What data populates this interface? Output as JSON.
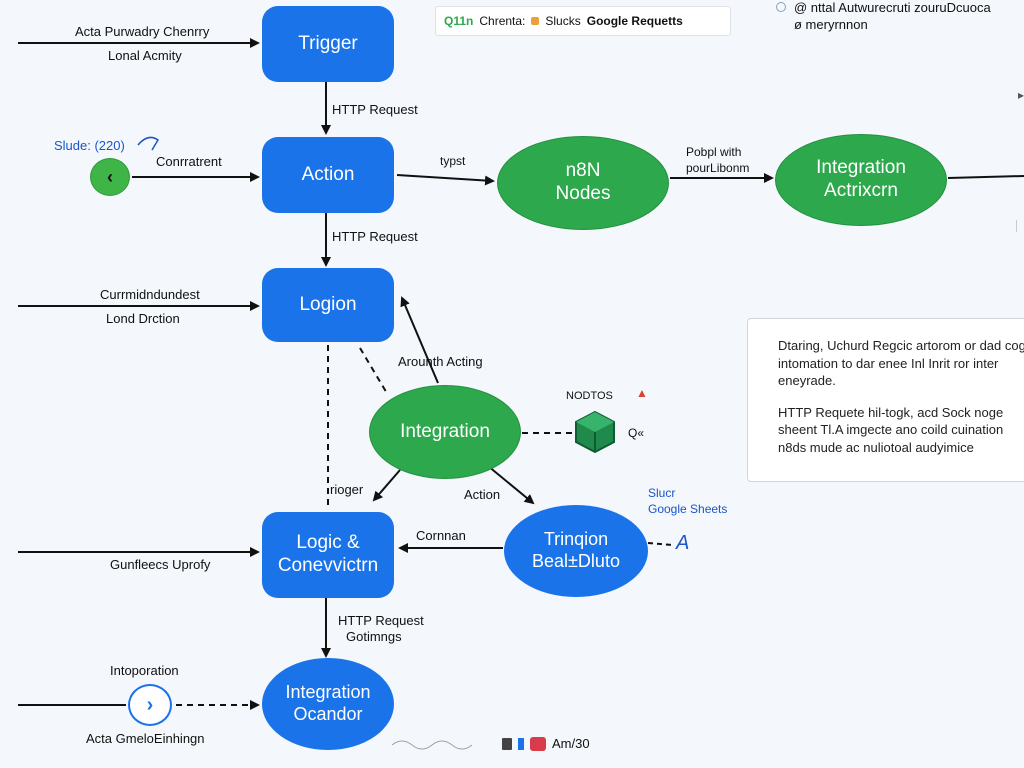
{
  "nodes": {
    "trigger": "Trigger",
    "action": "Action",
    "n8n_nodes": [
      "n8N",
      "Nodes"
    ],
    "integration_top": [
      "Integration",
      "Actrixcrn"
    ],
    "logion": "Logion",
    "integration_mid": "Integration",
    "logic_conversion": [
      "Logic &",
      "Conevvictrn"
    ],
    "trigger_beal": [
      "Trinqion",
      "Beal±Dluto"
    ],
    "integration_bottom": [
      "Integration",
      "Ocandor"
    ]
  },
  "labels": {
    "input_1a": "Acta Purwadry Chenrry",
    "input_1b": "Lonal Acmity",
    "http_1": "HTTP Request",
    "slude": "Slude: (220)",
    "contratrent": "Conrratrent",
    "typst": "typst",
    "popul_1": "Pobpl with",
    "popul_2": "pourLibonm",
    "http_2": "HTTP Request",
    "input_3a": "Currmidndundest",
    "input_3b": "Lond Drction",
    "arounth": "Arounth Acting",
    "nodtos": "NODTOS",
    "side_q": "Q«",
    "rioger": "rioger",
    "action_lbl": "Action",
    "slucr": "Slucr",
    "sheets": "Google Sheets",
    "cornnan": "Cornnan",
    "input_4": "Gunfleecs Uprofy",
    "http_3": "HTTP Request",
    "gotimngs": "Gotimngs",
    "intoporation": "Intoporation",
    "acta_bottom": "Acta GmeloEinhingn",
    "bottom_code": "Am/30"
  },
  "toolbar": {
    "item1": "Q11n",
    "item2": "Chrenta:",
    "item3": "Slucks",
    "item4": "Google Requetts"
  },
  "top_right": {
    "line1": "@ nttal Autwurecruti zouruDcuoca",
    "line2": "ø meryrnnon"
  },
  "panel": {
    "p1": "Dtaring, Uchurd Regcic artorom or dad coge intomation to dar enee Inl Inrit ror inter eneyrade.",
    "p2": "HTTP Requete hil-togk, acd Sock noge sheent Tl.A imgecte ano coild cuination n8ds mude ac nuliotoal audyimice"
  },
  "icons": {
    "back": "chevron-left-icon",
    "play": "chevron-right-icon",
    "cube": "cube-node-icon"
  },
  "colors": {
    "blue": "#1a73e8",
    "green": "#2ea84c"
  }
}
